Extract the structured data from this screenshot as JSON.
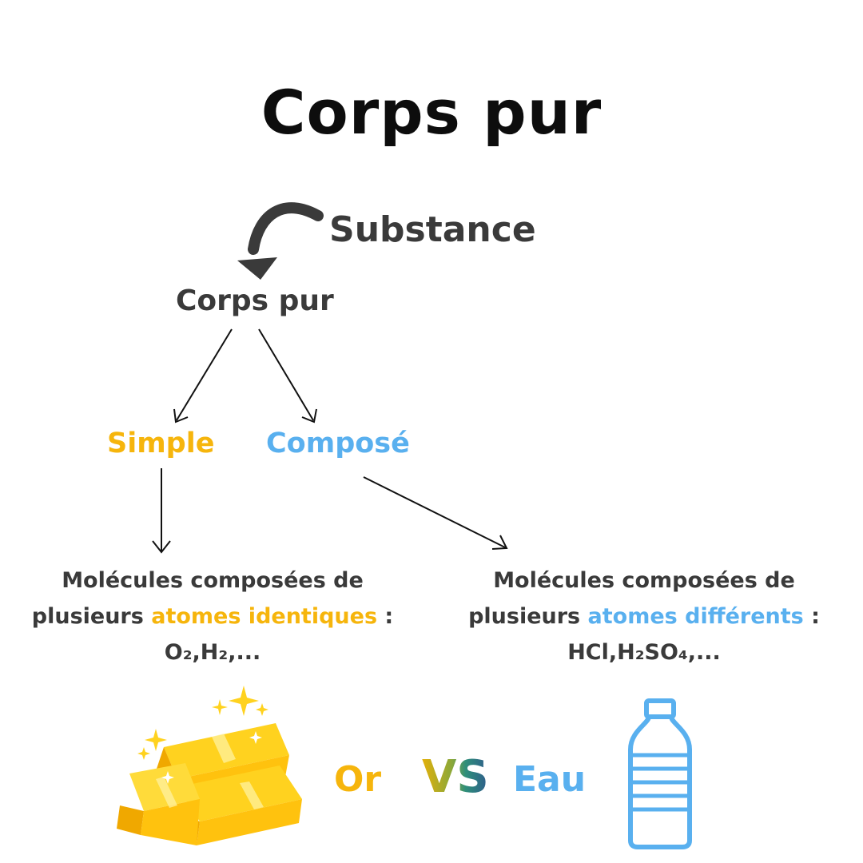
{
  "title": "Corps pur",
  "nodes": {
    "substance": "Substance",
    "corps_pur": "Corps pur",
    "simple": "Simple",
    "compose": "Composé"
  },
  "descriptions": {
    "simple": {
      "line1": "Molécules composées de",
      "line2_prefix": "plusieurs ",
      "line2_highlight": "atomes identiques",
      "line2_suffix": " :",
      "formula": "O₂,H₂,..."
    },
    "compose": {
      "line1": "Molécules composées de",
      "line2_prefix": "plusieurs ",
      "line2_highlight": "atomes différents",
      "line2_suffix": " :",
      "formula": "HCl,H₂SO₄,..."
    }
  },
  "comparison": {
    "left": "Or",
    "vs": "VS",
    "right": "Eau"
  },
  "icons": {
    "left": "gold-bars-icon",
    "right": "water-bottle-icon"
  },
  "colors": {
    "simple": "#f6b50c",
    "compose": "#59b0ef",
    "text": "#3a3a3a",
    "title": "#0d0d0d"
  }
}
